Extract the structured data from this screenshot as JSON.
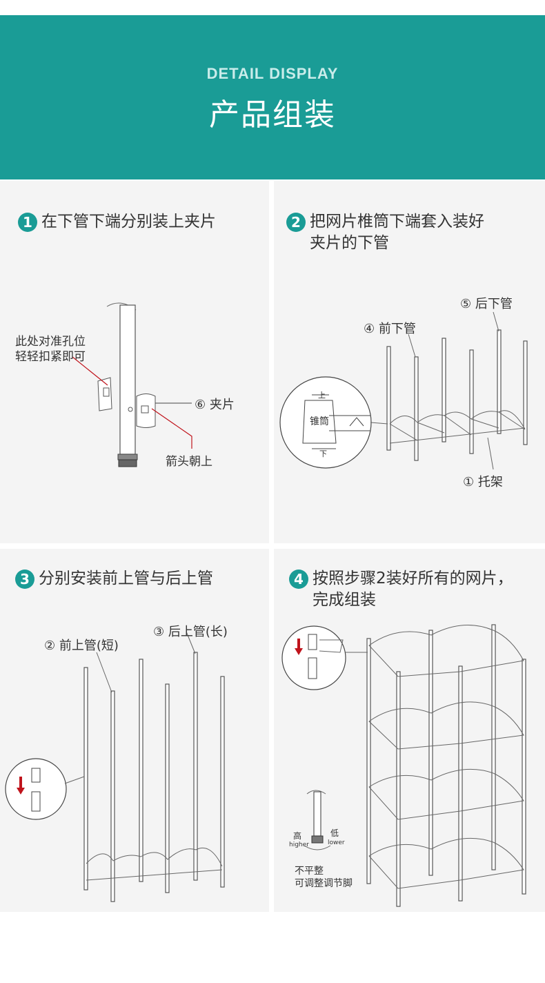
{
  "header": {
    "en_title": "DETAIL DISPLAY",
    "cn_title": "产品组装"
  },
  "steps": [
    {
      "num": "1",
      "title": "在下管下端分别装上夹片",
      "labels": {
        "hole": "此处对准孔位",
        "tighten": "轻轻扣紧即可",
        "clip": "⑥ 夹片",
        "arrow": "箭头朝上"
      }
    },
    {
      "num": "2",
      "title_line1": "把网片椎筒下端套入装好",
      "title_line2": "夹片的下管",
      "labels": {
        "rear_lower": "⑤ 后下管",
        "front_lower": "④ 前下管",
        "bracket": "① 托架",
        "cone": "锥筒",
        "up": "上",
        "down": "下"
      }
    },
    {
      "num": "3",
      "title": "分别安装前上管与后上管",
      "labels": {
        "front_upper": "②  前上管(短)",
        "rear_upper": "③  后上管(长)"
      }
    },
    {
      "num": "4",
      "title_line1": "按照步骤2装好所有的网片，",
      "title_line2": "完成组装",
      "labels": {
        "high_cn": "高",
        "high_en": "higher",
        "low_cn": "低",
        "low_en": "lower",
        "uneven": "不平整",
        "adjust": "可调整调节脚"
      }
    }
  ],
  "colors": {
    "banner": "#1a9c96",
    "panel": "#f4f4f4",
    "accent_red": "#c0141c"
  }
}
